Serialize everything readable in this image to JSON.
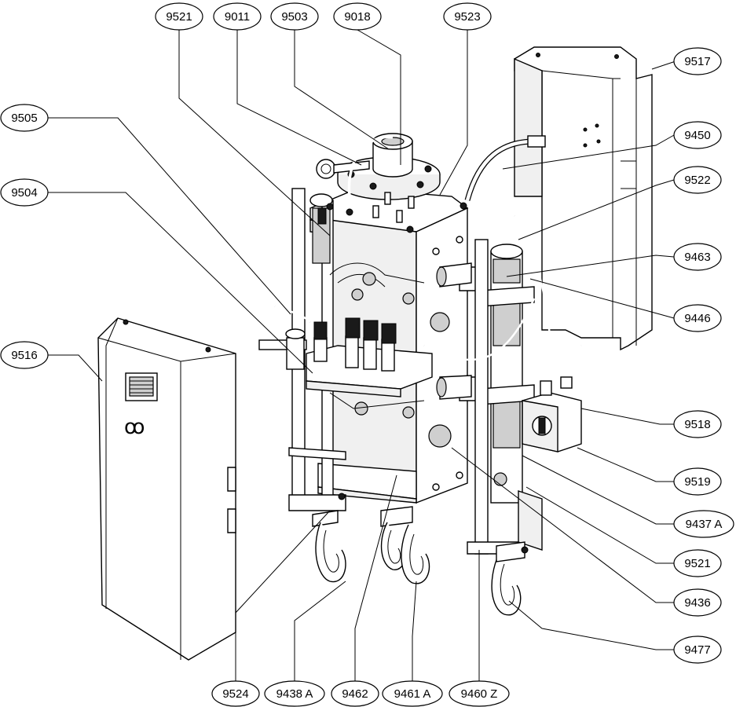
{
  "callouts": [
    {
      "id": "c-9521-top",
      "label": "9521"
    },
    {
      "id": "c-9011",
      "label": "9011"
    },
    {
      "id": "c-9503",
      "label": "9503"
    },
    {
      "id": "c-9018",
      "label": "9018"
    },
    {
      "id": "c-9523",
      "label": "9523"
    },
    {
      "id": "c-9517",
      "label": "9517"
    },
    {
      "id": "c-9505",
      "label": "9505"
    },
    {
      "id": "c-9450",
      "label": "9450"
    },
    {
      "id": "c-9504",
      "label": "9504"
    },
    {
      "id": "c-9522",
      "label": "9522"
    },
    {
      "id": "c-9463",
      "label": "9463"
    },
    {
      "id": "c-9446",
      "label": "9446"
    },
    {
      "id": "c-9516",
      "label": "9516"
    },
    {
      "id": "c-9518",
      "label": "9518"
    },
    {
      "id": "c-9519",
      "label": "9519"
    },
    {
      "id": "c-9437a",
      "label": "9437 A"
    },
    {
      "id": "c-9521-right",
      "label": "9521"
    },
    {
      "id": "c-9436",
      "label": "9436"
    },
    {
      "id": "c-9477",
      "label": "9477"
    },
    {
      "id": "c-9524",
      "label": "9524"
    },
    {
      "id": "c-9438a",
      "label": "9438 A"
    },
    {
      "id": "c-9462",
      "label": "9462"
    },
    {
      "id": "c-9461a",
      "label": "9461 A"
    },
    {
      "id": "c-9460z",
      "label": "9460 Z"
    }
  ]
}
